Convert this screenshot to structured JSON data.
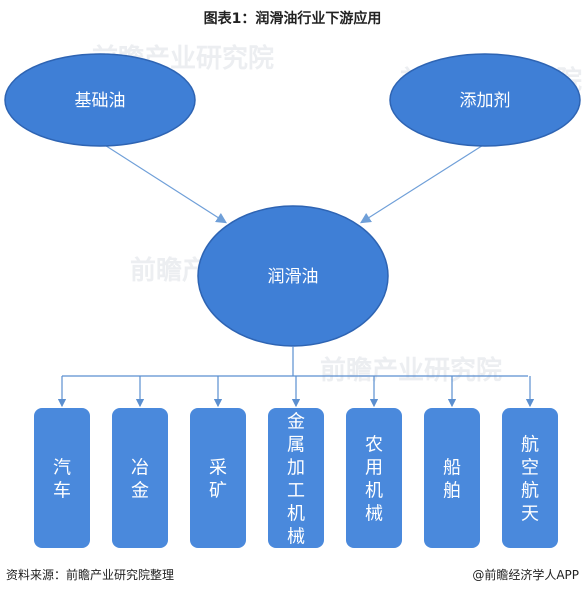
{
  "title": "图表1：润滑油行业下游应用",
  "watermark": "前瞻产业研究院",
  "inputs": [
    {
      "id": "base-oil",
      "label": "基础油"
    },
    {
      "id": "additive",
      "label": "添加剂"
    }
  ],
  "center": {
    "label": "润滑油"
  },
  "applications": [
    {
      "id": "automotive",
      "label": "汽车"
    },
    {
      "id": "metallurgy",
      "label": "冶金"
    },
    {
      "id": "mining",
      "label": "采矿"
    },
    {
      "id": "metalworking-machinery",
      "label": "金属加工机械"
    },
    {
      "id": "agricultural-machinery",
      "label": "农用机械"
    },
    {
      "id": "shipping",
      "label": "船舶"
    },
    {
      "id": "aerospace",
      "label": "航空航天"
    }
  ],
  "footer": {
    "source": "资料来源：前瞻产业研究院整理",
    "credit": "@前瞻经济学人APP"
  },
  "colors": {
    "node_fill": "#3f7fd6",
    "node_stroke": "#2e64b3",
    "box_fill": "#4a89dc",
    "arrow": "#6f9fd8",
    "connector": "#5b8fd0"
  }
}
